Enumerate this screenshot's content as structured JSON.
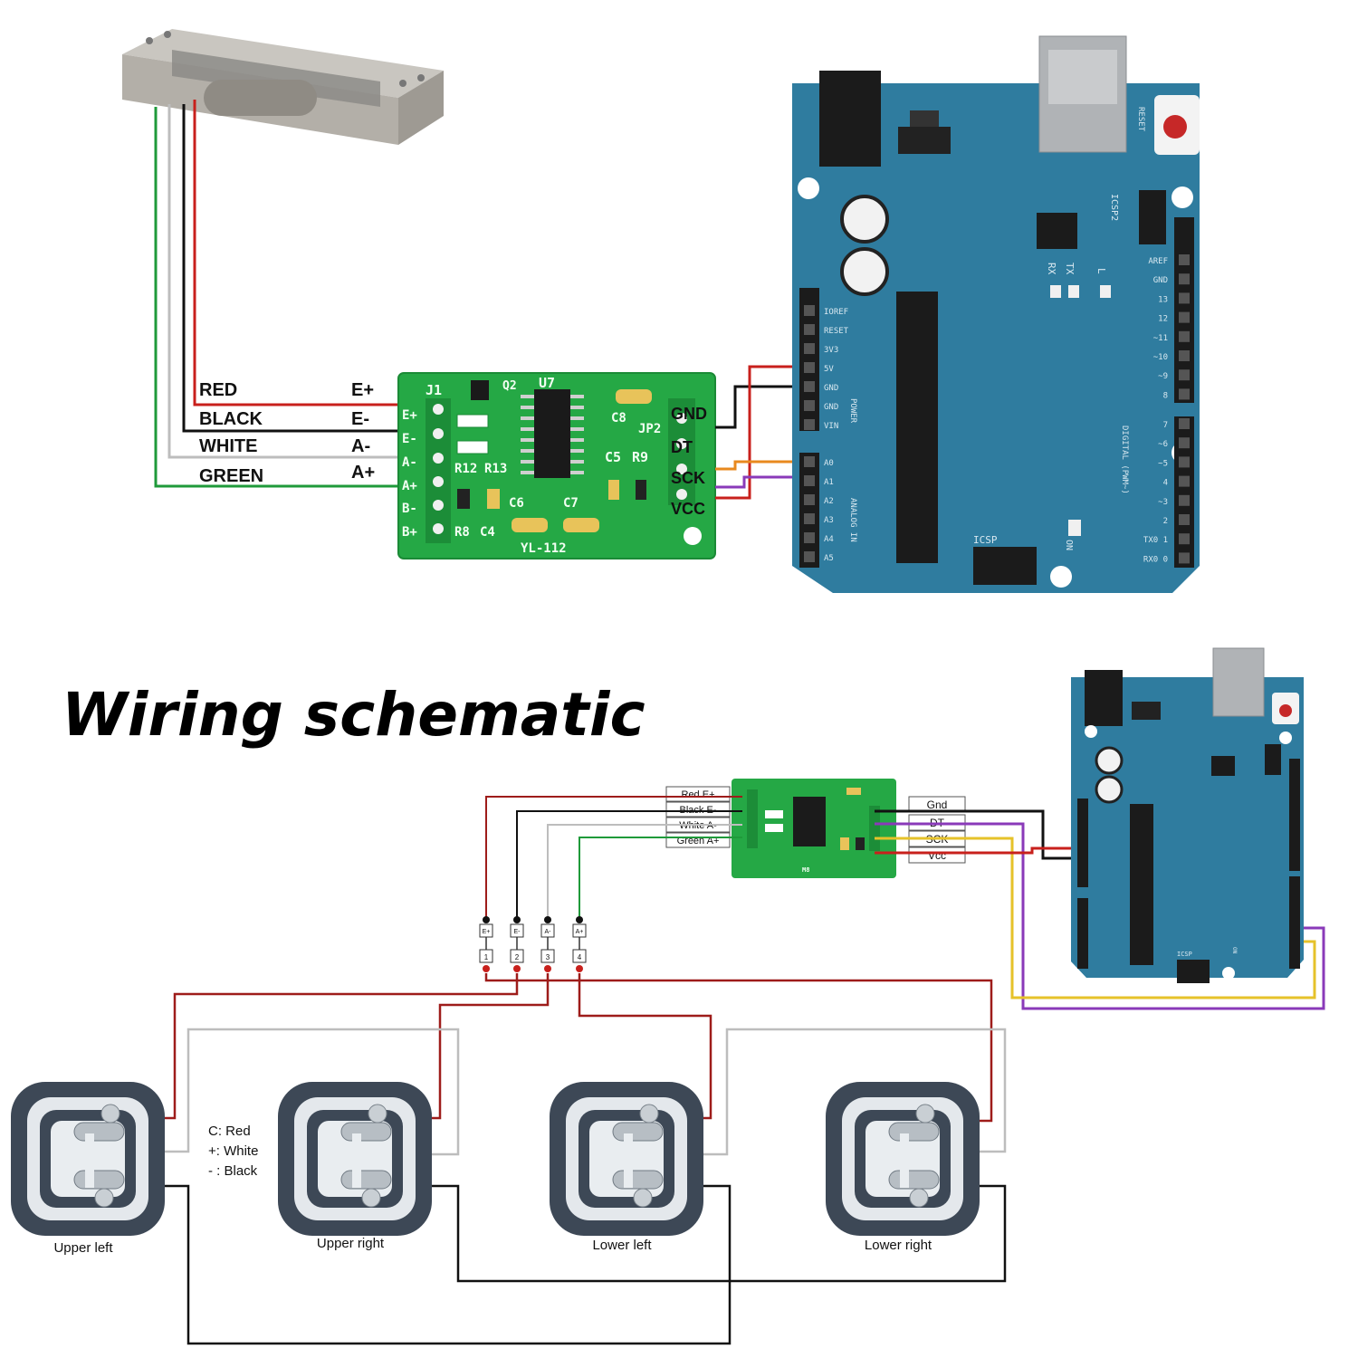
{
  "title": "Wiring schematic",
  "top": {
    "wire_labels": [
      {
        "color_name": "RED",
        "pin": "E+",
        "color": "#c8201c"
      },
      {
        "color_name": "BLACK",
        "pin": "E-",
        "color": "#111111"
      },
      {
        "color_name": "WHITE",
        "pin": "A-",
        "color": "#bdbdbd"
      },
      {
        "color_name": "GREEN",
        "pin": "A+",
        "color": "#1f9a3a"
      }
    ],
    "hx711_left_pins": [
      "E+",
      "E-",
      "A-",
      "A+",
      "B-",
      "B+"
    ],
    "hx711_right_pins": [
      "GND",
      "DT",
      "SCK",
      "VCC"
    ],
    "hx711_marks": {
      "j1": "J1",
      "q2": "Q2",
      "u7": "U7",
      "c8": "C8",
      "jp2": "JP2",
      "c5": "C5",
      "r9": "R9",
      "r12": "R12",
      "r13": "R13",
      "c6": "C6",
      "c7": "C7",
      "r8": "R8",
      "c4": "C4",
      "model": "YL-112"
    },
    "arduino": {
      "reset": "RESET",
      "icsp2": "ICSP2",
      "rx": "RX",
      "tx": "TX",
      "l": "L",
      "icsp": "ICSP",
      "on": "ON",
      "power_header": "POWER",
      "analog_header": "ANALOG IN",
      "digital_header": "DIGITAL (PWM~)",
      "power_pins": [
        "IOREF",
        "RESET",
        "3V3",
        "5V",
        "GND",
        "GND",
        "VIN"
      ],
      "analog_pins": [
        "A0",
        "A1",
        "A2",
        "A3",
        "A4",
        "A5"
      ],
      "digital_pins": [
        "AREF",
        "GND",
        "13",
        "12",
        "~11",
        "~10",
        "~9",
        "8",
        "7",
        "~6",
        "~5",
        "4",
        "~3",
        "2",
        "TX0 1",
        "RX0 0"
      ]
    }
  },
  "bottom": {
    "module_left_labels": [
      "Red E+",
      "Black E-",
      "White A-",
      "Green A+"
    ],
    "module_right_labels": [
      "Gnd",
      "DT",
      "SCK",
      "Vcc"
    ],
    "module_model": "M8",
    "connector_tags": [
      "E+",
      "E-",
      "A-",
      "A+"
    ],
    "connector_numbers": [
      "1",
      "2",
      "3",
      "4"
    ],
    "legend": [
      "C: Red",
      "+: White",
      "- : Black"
    ],
    "sensors": [
      "Upper left",
      "Upper right",
      "Lower left",
      "Lower right"
    ],
    "arduino_on": "ON",
    "arduino_icsp": "ICSP"
  },
  "colors": {
    "arduino_blue": "#2f7c9f",
    "pcb_green": "#25a845",
    "red_wire": "#c8201c",
    "black_wire": "#111111",
    "white_wire": "#c0c0c0",
    "green_wire": "#1f9a3a",
    "orange_wire": "#e8891e",
    "purple_wire": "#8a3ab9",
    "yellow_wire": "#e6c22a"
  }
}
